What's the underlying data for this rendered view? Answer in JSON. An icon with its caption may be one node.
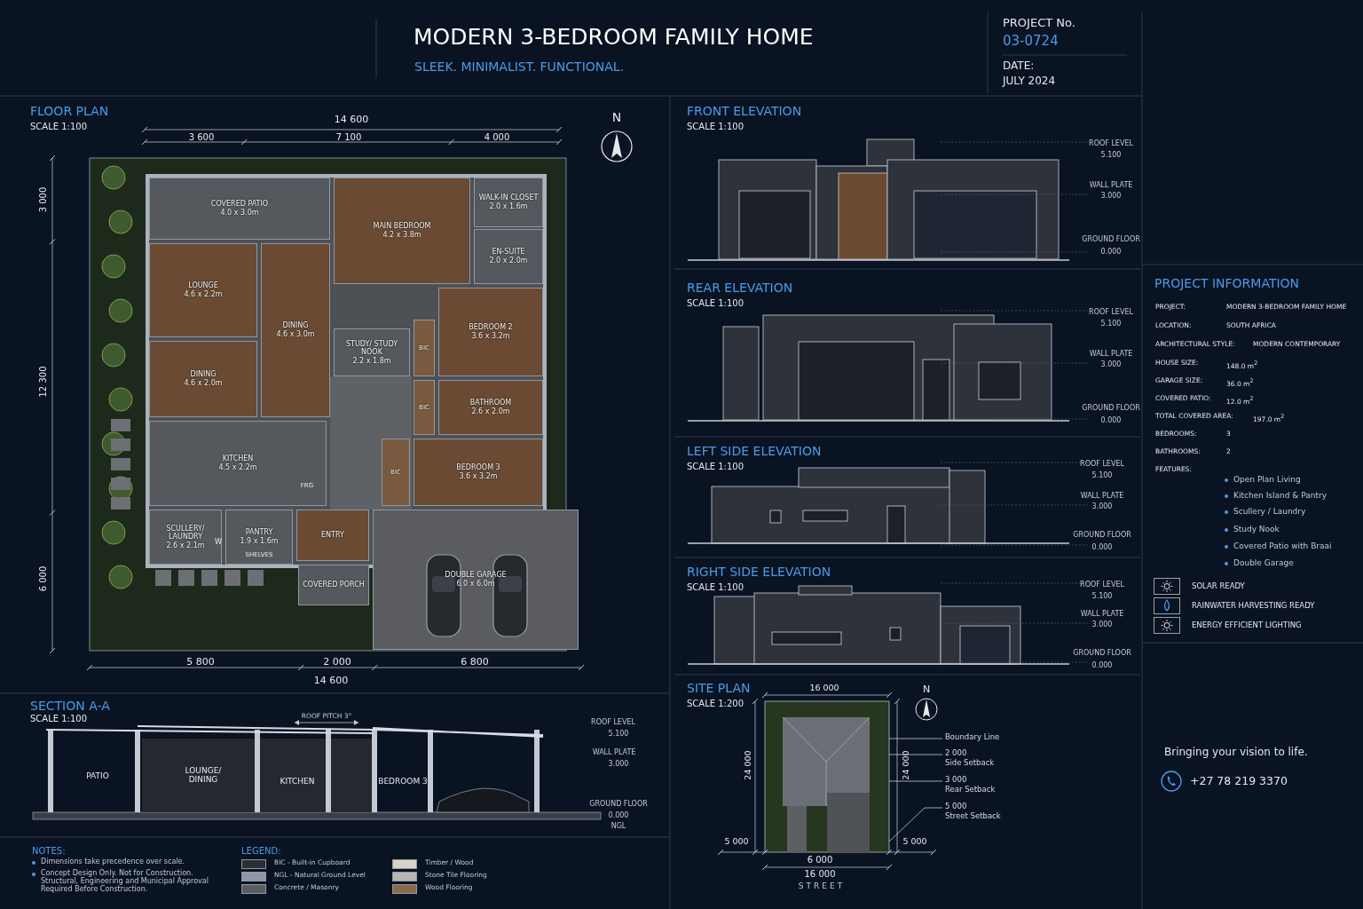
{
  "diagram": {
    "title": "MODERN 3-BEDROOM FAMILY HOME",
    "nodes": [
      {
        "text": [
          "COVERED PATIO",
          "4.0 x 3.0m"
        ]
      },
      {
        "text": [
          "MAIN BEDROOM",
          "4.2 x 3.8m"
        ]
      },
      {
        "text": [
          "WALK-IN CLOSET",
          "2.0 x 1.6m"
        ]
      },
      {
        "text": [
          "EN-SUITE",
          "2.0 x 2.0m"
        ]
      },
      {
        "text": [
          "LOUNGE",
          "4.6 x 2.2m"
        ]
      },
      {
        "text": [
          "DINING",
          "4.6 x 3.0m"
        ]
      },
      {
        "text": [
          "BEDROOM 2",
          "3.6 x 3.2m"
        ]
      },
      {
        "text": [
          "STUDY/ STUDY NOOK",
          "2.2 x 1.8m"
        ]
      },
      {
        "text": [
          "BIC"
        ]
      },
      {
        "text": [
          "DINING",
          "4.6 x 2.0m"
        ]
      },
      {
        "text": [
          "BATHROOM",
          "2.6 x 2.0m"
        ]
      },
      {
        "text": [
          "BIC"
        ]
      },
      {
        "text": [
          "KITCHEN",
          "4.5 x 2.2m"
        ]
      },
      {
        "text": [
          "BIC"
        ]
      },
      {
        "text": [
          "BEDROOM 3",
          "3.6 x 3.2m"
        ]
      },
      {
        "text": [
          "SCULLERY/ LAUNDRY",
          "2.6 x 2.1m"
        ]
      },
      {
        "text": [
          "PANTRY",
          "1.9 x 1.6m"
        ]
      },
      {
        "text": [
          "ENTRY"
        ]
      },
      {
        "text": [
          "DOUBLE GARAGE",
          "6.0 x 6.0m"
        ]
      },
      {
        "text": [
          "COVERED PORCH"
        ]
      },
      {
        "text": [
          "Boundary Line"
        ]
      },
      {
        "text": [
          "2 000",
          "Side Setback"
        ]
      },
      {
        "text": [
          "3 000",
          "Rear Setback"
        ]
      },
      {
        "text": [
          "5 000",
          "Street Setback"
        ]
      },
      {
        "text": [],
        "shape": "box"
      }
    ],
    "edges": [
      {
        "from": 20,
        "to": 24,
        "arrow": "none"
      },
      {
        "from": 21,
        "to": 24,
        "arrow": "none"
      },
      {
        "from": 22,
        "to": 24,
        "arrow": "none"
      },
      {
        "from": 23,
        "to": 24,
        "arrow": "none"
      }
    ],
    "labels": [
      "SLEEK. MINIMALIST. FUNCTIONAL.",
      "PROJECT No.",
      "03-0724",
      "DATE:",
      "JULY 2024",
      "FLOOR PLAN",
      "SCALE 1:100",
      "14 600",
      "3 600",
      "7 100",
      "4 000",
      "N",
      "3 000",
      "12 300",
      "6 000",
      "5 800",
      "2 000",
      "6 800",
      "14 600",
      "SHELVES",
      "FRG",
      "W",
      "FRONT ELEVATION",
      "SCALE 1:100",
      "ROOF LEVEL",
      "5.100",
      "WALL PLATE",
      "3.000",
      "GROUND FLOOR",
      "0.000",
      "REAR ELEVATION",
      "SCALE 1:100",
      "ROOF LEVEL",
      "5.100",
      "WALL PLATE",
      "3.000",
      "GROUND FLOOR",
      "0.000",
      "LEFT SIDE ELEVATION",
      "SCALE 1:100",
      "ROOF LEVEL",
      "5.100",
      "WALL PLATE",
      "3.000",
      "GROUND FLOOR",
      "0.000",
      "RIGHT SIDE ELEVATION",
      "SCALE 1:100",
      "ROOF LEVEL",
      "5.100",
      "WALL PLATE",
      "3.000",
      "GROUND FLOOR",
      "0.000",
      "SECTION A-A",
      "SCALE 1:100",
      "ROOF PITCH 3°",
      "PATIO",
      "LOUNGE/ DINING",
      "KITCHEN",
      "BEDROOM 3",
      "ROOF LEVEL",
      "5.100",
      "WALL PLATE",
      "3.000",
      "GROUND FLOOR",
      "0.000",
      "NGL",
      "NOTES:",
      "Dimensions take precedence over scale.",
      "Concept Design Only. Not for Construction. Structural, Engineering and Municipal Approval Required Before Construction.",
      "LEGEND:",
      "SITE PLAN",
      "SCALE 1:200",
      "16 000",
      "N",
      "24 000",
      "24 000",
      "5 000",
      "5 000",
      "6 000",
      "16 000",
      "STREET",
      "PROJECT INFORMATION",
      "PROJECT:",
      "MODERN 3-BEDROOM FAMILY HOME",
      "LOCATION:",
      "SOUTH AFRICA",
      "ARCHITECTURAL STYLE:",
      "MODERN CONTEMPORARY",
      "HOUSE SIZE:",
      "148.0 m$^{2}$",
      "GARAGE SIZE:",
      "36.0 m$^{2}$",
      "COVERED PATIO:",
      "12.0 m$^{2}$",
      "TOTAL COVERED AREA:",
      "197.0 m$^{2}$",
      "BEDROOMS:",
      "3",
      "BATHROOMS:",
      "2",
      "FEATURES:",
      "Open Plan Living",
      "Kitchen Island & Pantry",
      "Scullery / Laundry",
      "Study Nook",
      "Covered Patio with Braai",
      "Double Garage",
      "SOLAR READY",
      "RAINWATER HARVESTING READY",
      "ENERGY EFFICIENT LIGHTING",
      "Bringing your vision to life.",
      "+27 78 219 3370"
    ],
    "legend": [
      {
        "text": "BIC - Built-in Cupboard",
        "color": "#2b2e34"
      },
      {
        "text": "NGL - Natural Ground Level",
        "color": "#8e98a6"
      },
      {
        "text": "Concrete / Masonry",
        "color": "#5a5c60"
      },
      {
        "text": "Timber / Wood",
        "color": "#d9d2c6"
      },
      {
        "text": "Stone Tile Flooring",
        "color": "#b9b7b3"
      },
      {
        "text": "Wood Flooring",
        "color": "#8b6a4a"
      }
    ]
  }
}
